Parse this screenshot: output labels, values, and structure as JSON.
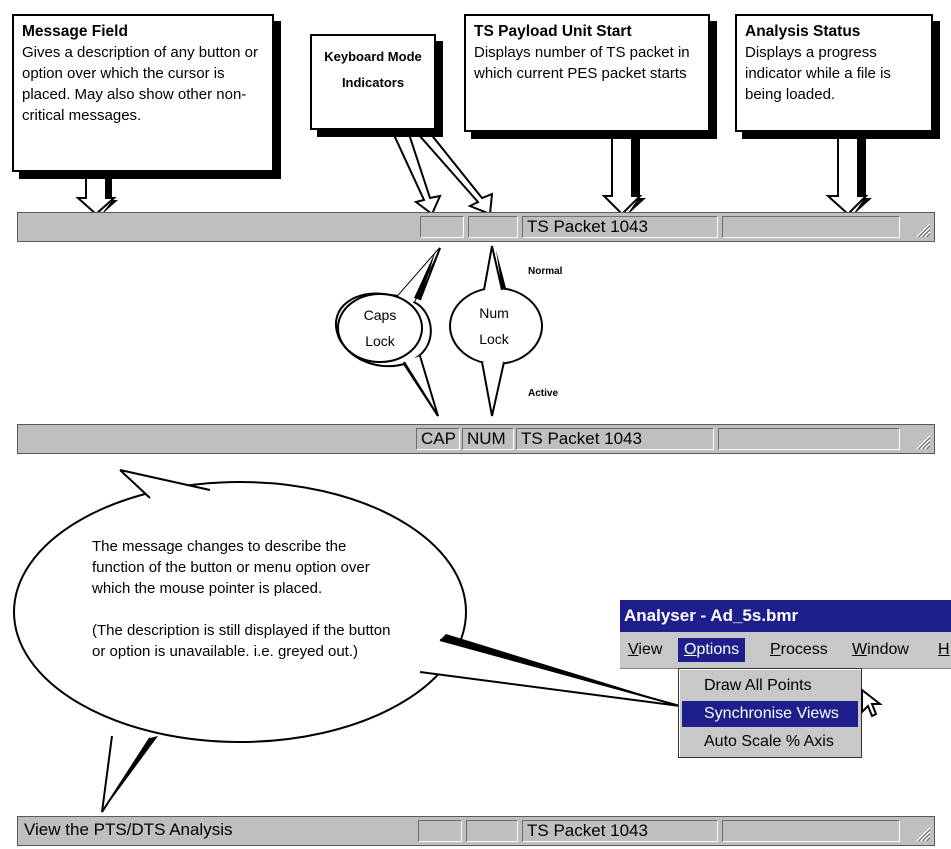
{
  "callouts": {
    "message_field": {
      "title": "Message Field",
      "desc": "Gives a description of any button or option over which the cursor is placed. May also show other non-critical messages."
    },
    "keyboard_mode": {
      "title": "Keyboard Mode Indicators"
    },
    "ts_payload": {
      "title": "TS Payload Unit Start",
      "desc": "Displays number of TS packet in which current PES packet starts"
    },
    "analysis_status": {
      "title": "Analysis Status",
      "desc": "Displays a progress indicator while a file is being loaded."
    }
  },
  "status_bars": {
    "normal": {
      "message": "",
      "caps": "",
      "num": "",
      "packet": "TS Packet 1043",
      "progress": ""
    },
    "active": {
      "message": "",
      "caps": "CAP",
      "num": "NUM",
      "packet": "TS Packet 1043",
      "progress": ""
    },
    "message": {
      "message": "View the PTS/DTS Analysis",
      "caps": "",
      "num": "",
      "packet": "TS Packet 1043",
      "progress": ""
    }
  },
  "bubbles": {
    "caps_lock": "Caps Lock",
    "num_lock": "Num Lock",
    "normal_label": "Normal",
    "active_label": "Active",
    "explanation": "The message changes to describe the function of the button or menu option over which the mouse pointer is placed.",
    "explanation_note": "(The description is still displayed if the button or option is unavailable. i.e. greyed out.)"
  },
  "app_window": {
    "title": "Analyser - Ad_5s.bmr",
    "menu": [
      {
        "label": "View",
        "underline": "V"
      },
      {
        "label": "Options",
        "underline": "O",
        "active": true
      },
      {
        "label": "Process",
        "underline": "P"
      },
      {
        "label": "Window",
        "underline": "W"
      },
      {
        "label": "Help",
        "underline": "H"
      }
    ],
    "dropdown": [
      "Draw All Points",
      "Synchronise Views",
      "Auto Scale % Axis"
    ],
    "selected_index": 1
  },
  "icons": [
    "resize-grip-icon",
    "mouse-pointer-icon"
  ],
  "colors": {
    "statusbar": "#bfbfbf",
    "titlebar": "#1e1e8c",
    "highlight": "#1e1e8c"
  }
}
